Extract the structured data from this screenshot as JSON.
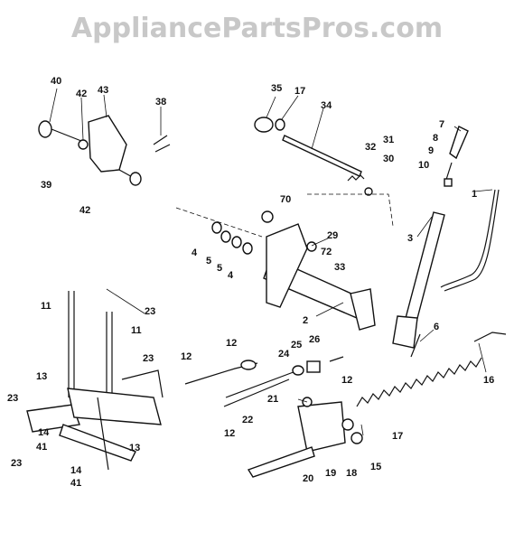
{
  "watermark": "AppliancePartsPros.com",
  "callouts": [
    "40",
    "42",
    "43",
    "38",
    "39",
    "42",
    "35",
    "17",
    "34",
    "32",
    "31",
    "30",
    "7",
    "8",
    "9",
    "10",
    "1",
    "70",
    "29",
    "72",
    "33",
    "3",
    "4",
    "5",
    "5",
    "4",
    "11",
    "23",
    "11",
    "2",
    "6",
    "13",
    "23",
    "12",
    "12",
    "24",
    "25",
    "26",
    "12",
    "16",
    "23",
    "14",
    "41",
    "13",
    "21",
    "22",
    "12",
    "17",
    "23",
    "14",
    "41",
    "20",
    "19",
    "18",
    "15"
  ]
}
